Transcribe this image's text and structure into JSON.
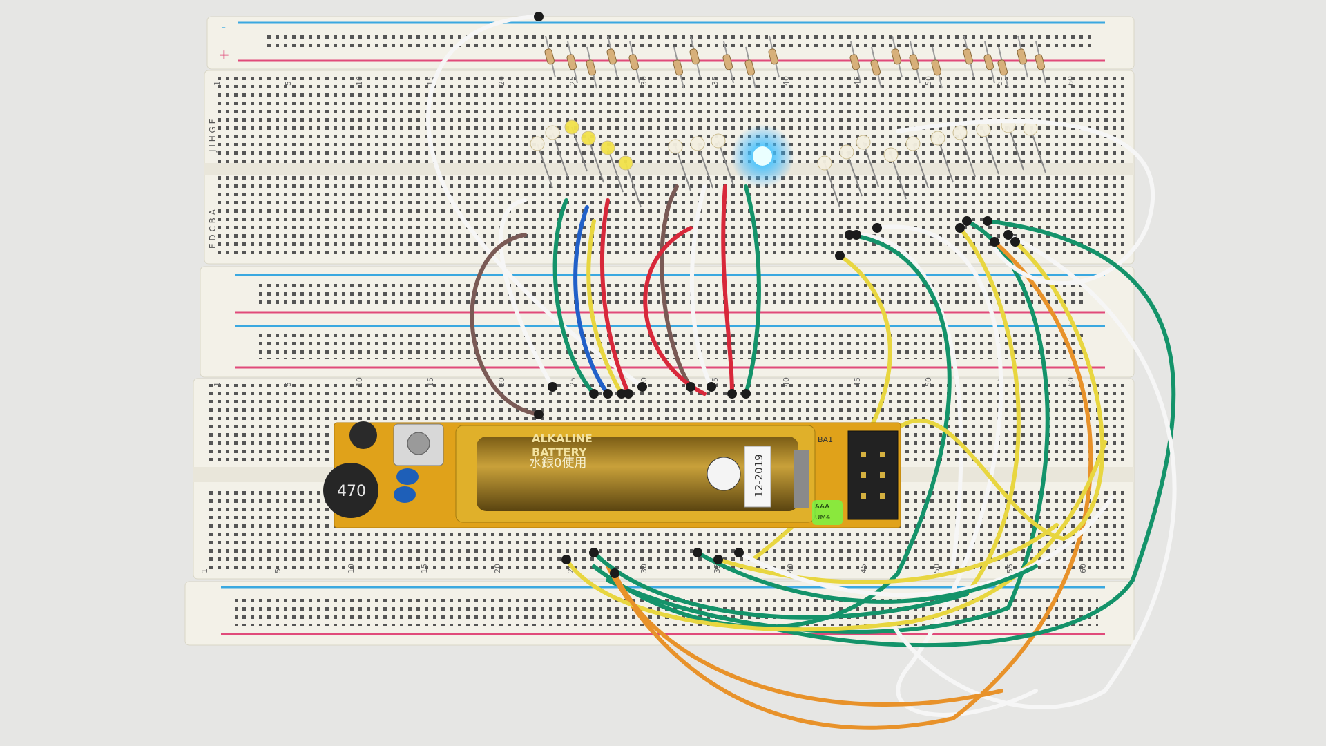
{
  "photo": {
    "background_color": "#e6e6e4",
    "board_color": "#f3f1e8",
    "hole_color": "#4a4a4a",
    "rail_blue": "#3aa8e0",
    "rail_red": "#e04a7a",
    "pcb_color": "#e0a21a",
    "battery_color": "#b7902c"
  },
  "breadboard": {
    "rail_minus": "-",
    "rail_plus": "+",
    "rows_upper": "J I H G F",
    "rows_lower": "E D C B A",
    "numbers": [
      "1",
      "5",
      "10",
      "15",
      "20",
      "25",
      "30",
      "35",
      "40",
      "45",
      "50",
      "55",
      "60"
    ]
  },
  "module": {
    "inductor_label": "470",
    "battery_brand": "ALKALINE",
    "battery_sub": "BATTERY",
    "battery_kanji": "水銀0使用",
    "battery_date": "12-2019",
    "silk_aaa": "AAA",
    "silk_um4": "UM4",
    "silk_ba1": "BA1"
  },
  "leds": {
    "yellow": "#f2e24a",
    "blue": "#2aa8ff",
    "clear": "#f4efe0",
    "lit_index": 0
  },
  "wires": {
    "white": "#f6f6f6",
    "green": "#14936a",
    "blue": "#2160c8",
    "red": "#d8283a",
    "brown": "#7a5a55",
    "yellow": "#e8d640",
    "orange": "#e8922a"
  }
}
